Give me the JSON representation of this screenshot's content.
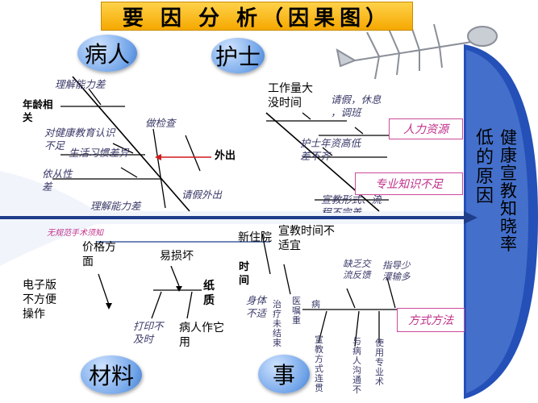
{
  "title": "要 因 分 析（因果图）",
  "categories": {
    "patient": "病人",
    "nurse": "护士",
    "material": "材料",
    "event": "事"
  },
  "effect": {
    "col1": "低的原因",
    "col2": "健康宣教知晓率"
  },
  "patient_causes": {
    "understanding1": "理解能力差",
    "age": "年龄相\n关",
    "awareness": "对健康教育认识\n不足",
    "habits": "生活习惯差异",
    "compliance": "依从性\n差",
    "understanding2": "理解能力差",
    "exam": "做检查",
    "out": "外出",
    "leave": "请假外出"
  },
  "nurse_causes": {
    "workload": "工作量大\n没时间",
    "leave": "请假，休息\n，调班",
    "seniority": "护士年资高低\n差不齐",
    "edu_form": "宣教形式、流\n程不完善"
  },
  "branches": {
    "hr": "人力资源",
    "knowledge": "专业知识不足",
    "method": "方式方法"
  },
  "material_causes": {
    "norm": "无规范手术须知",
    "price": "价格方\n面",
    "fragile": "易损坏",
    "paper": "纸\n质",
    "electronic": "电子版\n不方便\n操作",
    "print": "打印不\n及时",
    "work": "病人作它\n用"
  },
  "event_causes": {
    "admission": "新住院",
    "time_bold": "时\n间",
    "edu_time": "宣教时间不\n适宜",
    "unwell": "身体\n不适",
    "treatment": "治疗未结束",
    "doctor": "医嘱重",
    "disease": "病",
    "lack_feedback": "缺乏交\n流反馈",
    "guide": "指导少\n灌输多",
    "edu_coherent": "宣教方式连贯",
    "communicate": "与病人沟通不",
    "terms": "使用专业术"
  },
  "colors": {
    "spine": "#1f3e8a",
    "arrow_red": "#d11a1a",
    "branch_box": "#cc4a9a",
    "head": "#2450b8"
  },
  "icons": [
    "fish-skeleton-icon"
  ]
}
